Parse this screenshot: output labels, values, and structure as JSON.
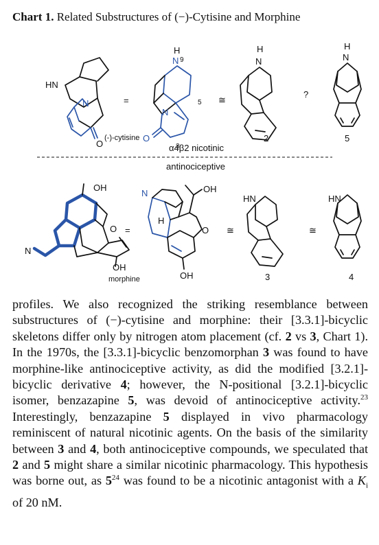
{
  "caption": {
    "label": "Chart 1.",
    "text": "Related Substructures of (−)-Cytisine and Morphine"
  },
  "scheme": {
    "top_row": {
      "cytisine_name": "(-)-cytisine",
      "atom_labels": {
        "hn": "HN",
        "n": "N",
        "o": "O",
        "h": "H",
        "n9": "N",
        "nine": "9",
        "five": "5",
        "three": "3"
      },
      "eq": "=",
      "approx1": "≅",
      "question": "?",
      "compound_2": "2",
      "compound_5": "5"
    },
    "separator": {
      "upper": "α4β2 nicotinic",
      "lower": "antinociceptive"
    },
    "bottom_row": {
      "morphine_name": "morphine",
      "atom_labels": {
        "oh": "OH",
        "o": "O",
        "n": "N",
        "h": "H",
        "hn": "HN"
      },
      "eq": "=",
      "approx1": "≅",
      "approx2": "≅",
      "compound_3": "3",
      "compound_4": "4"
    }
  },
  "body": {
    "s1": "profiles. We also recognized the striking resemblance between substructures of (−)-cytisine and morphine: their [3.3.1]-bicyclic skeletons differ only by nitrogen atom placement (cf. ",
    "b1": "2",
    "s2": " vs ",
    "b2": "3",
    "s3": ", Chart 1). In the 1970s, the [3.3.1]-bicyclic benzomorphan ",
    "b3": "3",
    "s4": " was found to have morphine-like antinociceptive activity, as did the modified [3.2.1]-bicyclic derivative ",
    "b4": "4",
    "s5": "; however, the N-positional [3.2.1]-bicyclic isomer, benzazapine ",
    "b5": "5",
    "s6": ", was devoid of antinociceptive activity.",
    "sup1": "23",
    "s7": " Interestingly, benzazapine ",
    "b6": "5",
    "s8": " displayed in vivo pharmacology reminiscent of natural nicotinic agents. On the basis of the similarity between ",
    "b7": "3",
    "s9": " and ",
    "b8": "4",
    "s10": ", both antinociceptive compounds, we speculated that ",
    "b9": "2",
    "s11": " and ",
    "b10": "5",
    "s12": " might share a similar nicotinic pharmacology. This hypothesis was borne out, as ",
    "b11": "5",
    "sup2": "24",
    "s13": " was found to be a nicotinic antagonist with a ",
    "ki": "K",
    "ki_sub": "i",
    "s14": " of 20 nM."
  }
}
